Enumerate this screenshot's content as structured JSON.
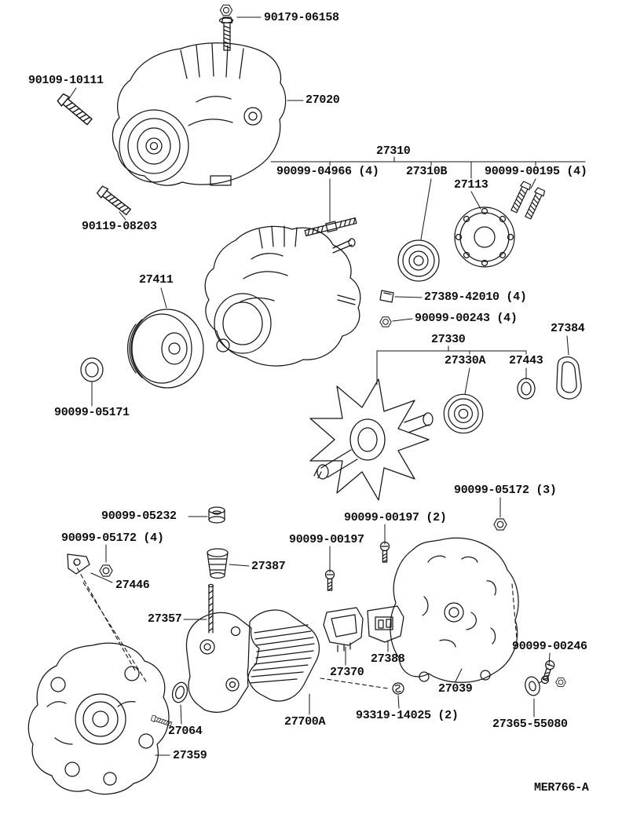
{
  "diagram": {
    "drawing_code": "MER766-A"
  },
  "part_labels": [
    "90179-06158",
    "90109-10111",
    "27020",
    "90119-08203",
    "27310",
    "90099-04966 (4)",
    "27310B",
    "27113",
    "90099-00195 (4)",
    "27411",
    "90099-05171",
    "27389-42010 (4)",
    "90099-00243 (4)",
    "27330",
    "27330A",
    "27443",
    "27384",
    "90099-05172 (3)",
    "90099-05232",
    "90099-05172 (4)",
    "27446",
    "27387",
    "90099-00197 (2)",
    "90099-00197",
    "27357",
    "27370",
    "27388",
    "27039",
    "90099-00246",
    "27700A",
    "93319-14025 (2)",
    "27365-55080",
    "27064",
    "27359"
  ]
}
